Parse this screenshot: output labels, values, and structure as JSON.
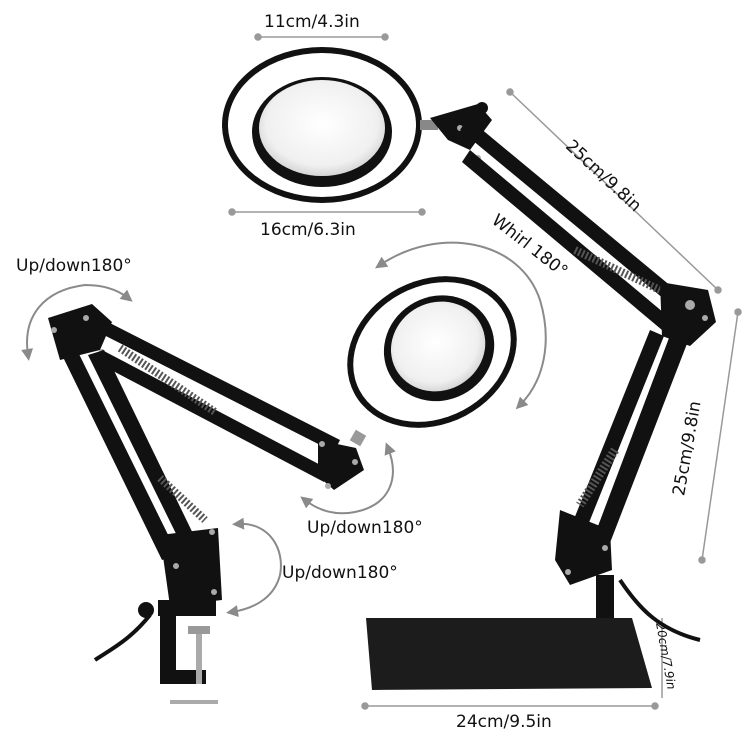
{
  "labels": {
    "lens_inner_diameter": "11cm/4.3in",
    "lens_outer_diameter": "16cm/6.3in",
    "upper_arm_length": "25cm/9.8in",
    "lower_arm_length": "25cm/9.8in",
    "base_width": "24cm/9.5in",
    "base_depth": "20cm/7.9in",
    "whirl": "Whirl 180°",
    "rotation_top_left": "Up/down180°",
    "rotation_head": "Up/down180°",
    "rotation_clamp": "Up/down180°"
  },
  "colors": {
    "metal": "#111111",
    "lens": "#f4f4f4",
    "dimension_line": "#999999",
    "arrow": "#8a8a8a"
  }
}
